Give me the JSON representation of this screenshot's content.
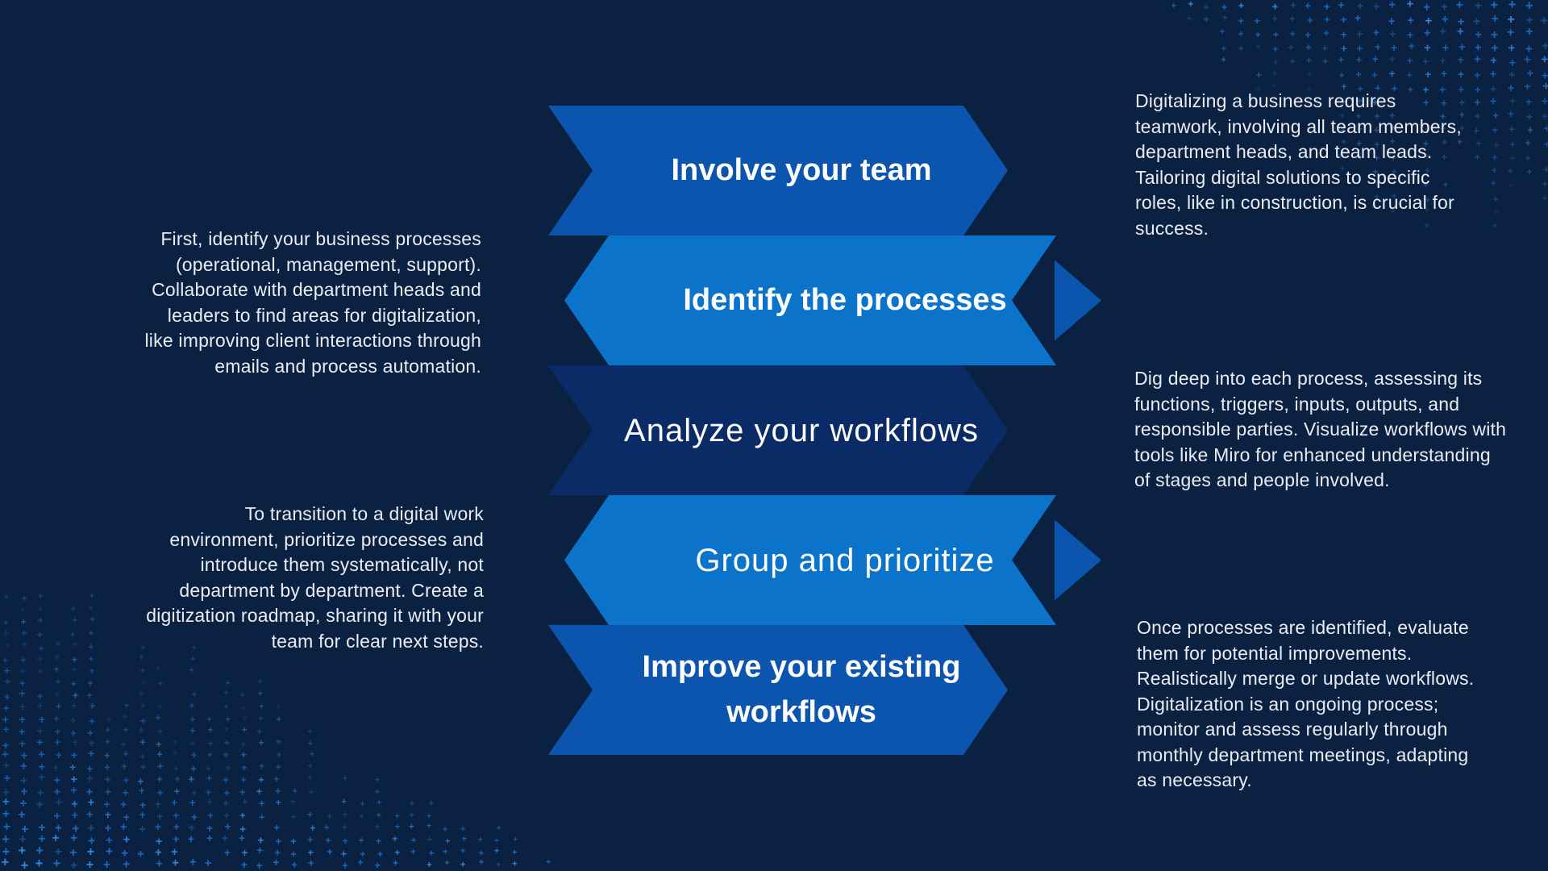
{
  "palette": {
    "background": "#0b2141",
    "arrow_medium": "#0c55ae",
    "arrow_light": "#0b73ca",
    "arrow_dark_navy": "#0b2b66",
    "heading_text": "#fdfdfe",
    "body_text": "#e9edf3"
  },
  "pattern": {
    "glyph": "+",
    "base_color": "#1a6cc4",
    "bright_color": "#3287dc",
    "dim_color": "#144d8c"
  },
  "arrows": [
    {
      "label": "Involve your team",
      "direction": "right",
      "color": "#0c55ae",
      "bold": true,
      "fold": false
    },
    {
      "label": "Identify the processes",
      "direction": "left",
      "color": "#0b73ca",
      "bold": true,
      "fold": true
    },
    {
      "label": "Analyze your workflows",
      "direction": "right",
      "color": "#0b2b66",
      "bold": false,
      "fold": false
    },
    {
      "label": "Group and prioritize",
      "direction": "left",
      "color": "#0b73ca",
      "bold": false,
      "fold": true
    },
    {
      "label": "Improve your existing\nworkflows",
      "direction": "right",
      "color": "#0c55ae",
      "bold": true,
      "fold": false
    }
  ],
  "paragraphs": {
    "left_top": {
      "text": "First, identify your business processes\n(operational, management, support).\nCollaborate with department heads and\nleaders to find areas for digitalization,\nlike improving client interactions through\nemails and process automation."
    },
    "left_bottom": {
      "text": "To transition to a digital work\nenvironment, prioritize processes and\nintroduce them systematically, not\ndepartment by department. Create a\ndigitization roadmap, sharing it with your\nteam for clear next steps."
    },
    "right_top": {
      "text": "Digitalizing a business requires\nteamwork, involving all team members,\ndepartment heads, and team leads.\nTailoring digital solutions to specific\nroles, like in construction, is crucial for\nsuccess."
    },
    "right_middle": {
      "text": "Dig deep into each process, assessing its\nfunctions, triggers, inputs, outputs, and\nresponsible parties. Visualize workflows with\ntools like Miro for enhanced understanding\nof stages and people involved."
    },
    "right_bottom": {
      "text": "Once processes are identified, evaluate\nthem for potential improvements.\nRealistically merge or update workflows.\nDigitalization is an ongoing process;\nmonitor and assess regularly through\nmonthly department meetings, adapting\nas necessary."
    }
  }
}
